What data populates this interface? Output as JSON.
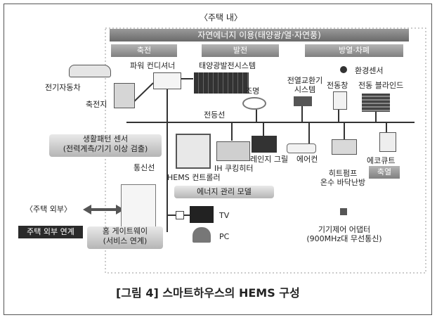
{
  "inside_label": "〈주택 내〉",
  "outside_label": "〈주택 외부〉",
  "top_bar": "자연에너지 이용(태양광/열·자연풍)",
  "cat_storage": "축전",
  "cat_generation": "발전",
  "cat_heating": "방열·차폐",
  "devices": {
    "power_conditioner": "파워 컨디셔너",
    "solar": "태양광발전시스템",
    "env_sensor": "환경센서",
    "ev": "전기자동차",
    "battery": "축전지",
    "lighting": "조명",
    "heat_exchanger": "전열교환기\n시스템",
    "power_window": "전동창",
    "blind": "전동 블라인드",
    "power_line": "전등선",
    "life_sensor": "생활패턴 센서\n(전력계측/기기 이상 검출)",
    "comm_line": "통신선",
    "hems": "HEMS 컨트롤러",
    "ih": "IH 쿠킹히터",
    "range": "레인지 그릴",
    "aircon": "에어컨",
    "ecocute": "에코큐트",
    "heat_storage": "축열",
    "heat_pump": "히트펌프\n온수 바닥난방",
    "energy_model": "에너지 관리 모델",
    "tv": "TV",
    "pc": "PC",
    "outside_link": "주택 외부 연계",
    "gateway": "홈 게이트웨이\n(서비스 연계)",
    "adapter": "기기제어 어댑터\n(900MHz대 무선통신)"
  },
  "caption": "[그림 4] 스마트하우스의 HEMS 구성"
}
